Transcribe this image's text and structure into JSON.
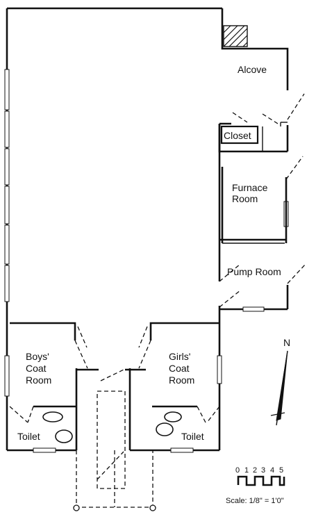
{
  "rooms": {
    "alcove": "Alcove",
    "closet": "Closet",
    "furnace_line1": "Furnace",
    "furnace_line2": "Room",
    "pump_room": "Pump Room",
    "boys_line1": "Boys'",
    "boys_line2": "Coat",
    "boys_line3": "Room",
    "girls_line1": "Girls'",
    "girls_line2": "Coat",
    "girls_line3": "Room",
    "toilet_left": "Toilet",
    "toilet_right": "Toilet"
  },
  "north_arrow": {
    "label": "N"
  },
  "scale": {
    "ticks": [
      "0",
      "1",
      "2",
      "3",
      "4",
      "5"
    ],
    "caption": "Scale:  1/8\" = 1'0\""
  }
}
